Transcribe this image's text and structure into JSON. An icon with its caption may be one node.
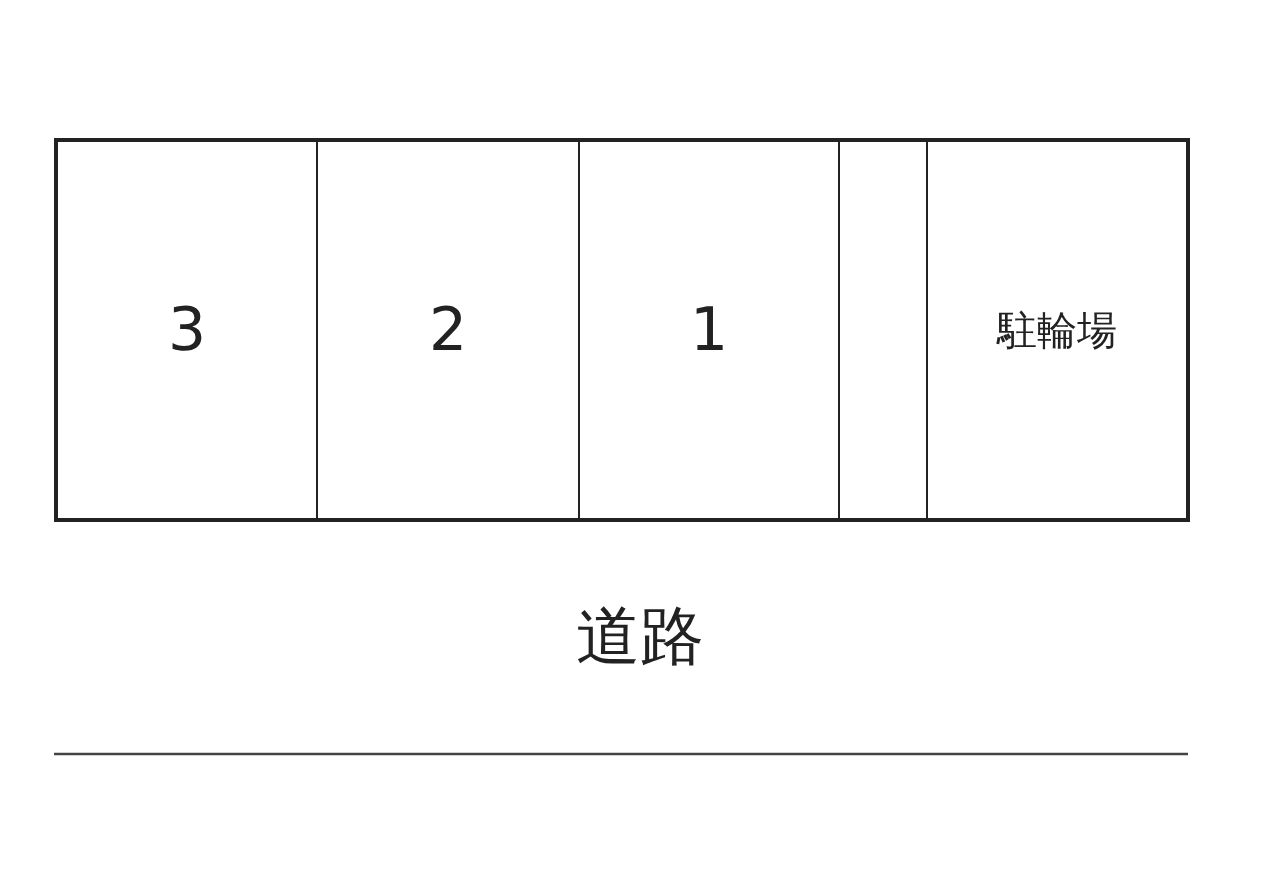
{
  "diagram": {
    "nodes": [
      {
        "text": [
          "3"
        ]
      },
      {
        "text": [
          "2"
        ]
      },
      {
        "text": [
          "1"
        ]
      },
      {
        "text": [],
        "shape": "box"
      },
      {
        "text": [
          "駐輪場"
        ]
      }
    ],
    "labels": [
      "道路"
    ]
  }
}
